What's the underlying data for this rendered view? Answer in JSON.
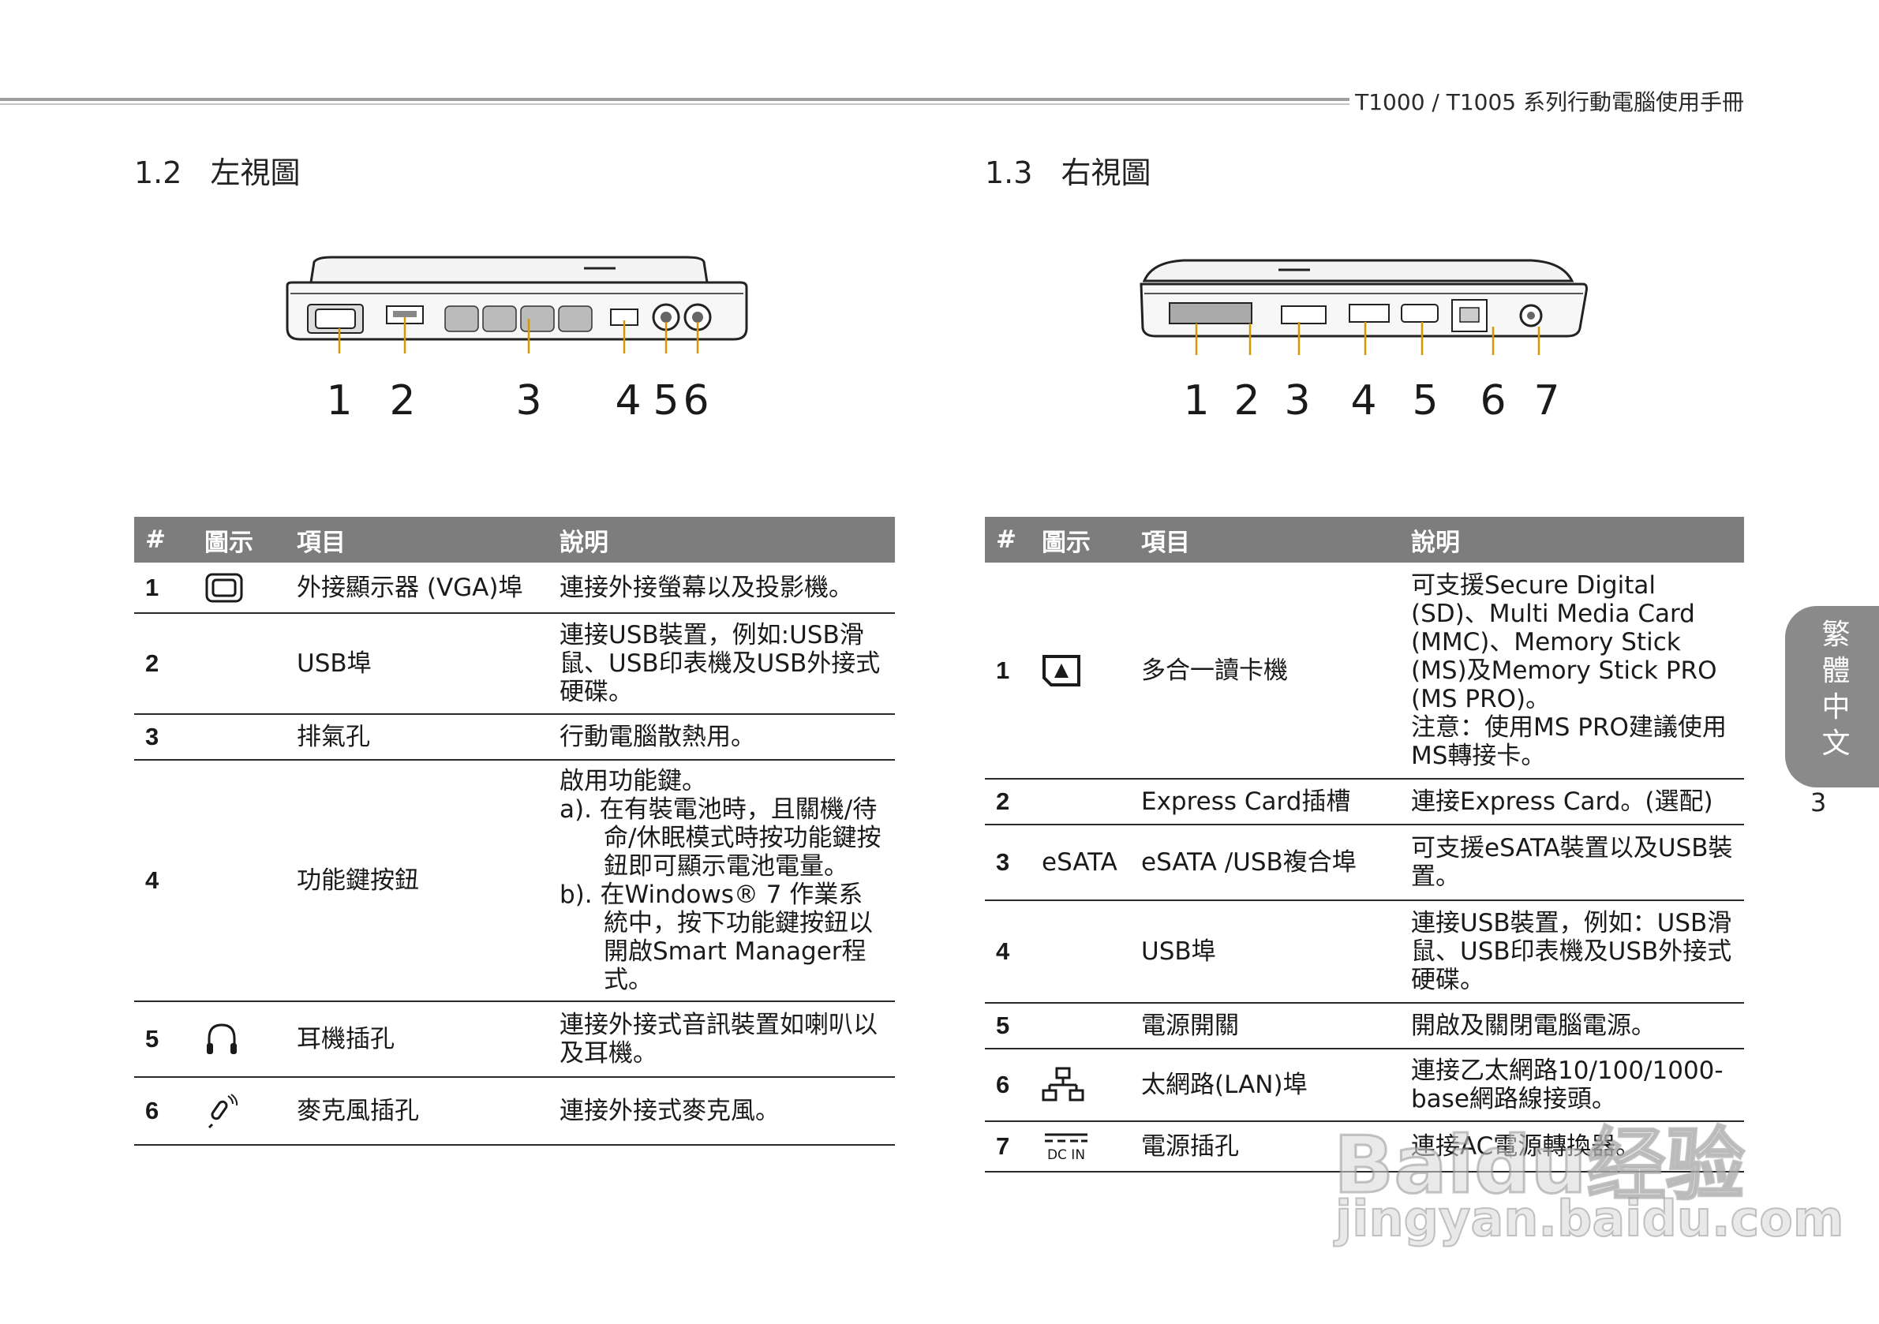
{
  "header": {
    "manual_title": "T1000 / T1005 系列行動電腦使用手冊"
  },
  "left_section": {
    "number": "1.2",
    "title": "左視圖",
    "callouts": [
      "1",
      "2",
      "3",
      "4",
      "5",
      "6"
    ],
    "table": {
      "headers": [
        "#",
        "圖示",
        "項目",
        "說明"
      ],
      "rows": [
        {
          "num": "1",
          "icon": "vga-monitor-icon",
          "item": "外接顯示器 (VGA)埠",
          "desc": [
            "連接外接螢幕以及投影機。"
          ]
        },
        {
          "num": "2",
          "icon": "",
          "item": "USB埠",
          "desc": [
            "連接USB裝置，例如:USB滑鼠、USB印表機及USB外接式硬碟。"
          ]
        },
        {
          "num": "3",
          "icon": "",
          "item": "排氣孔",
          "desc": [
            "行動電腦散熱用。"
          ]
        },
        {
          "num": "4",
          "icon": "",
          "item": "功能鍵按鈕",
          "desc": [
            "啟用功能鍵。",
            "a). 在有裝電池時，且關機/待命/休眠模式時按功能鍵按鈕即可顯示電池電量。",
            "b). 在Windows® 7 作業系統中，按下功能鍵按鈕以開啟Smart Manager程式。"
          ]
        },
        {
          "num": "5",
          "icon": "headphone-icon",
          "item": "耳機插孔",
          "desc": [
            "連接外接式音訊裝置如喇叭以及耳機。"
          ]
        },
        {
          "num": "6",
          "icon": "microphone-icon",
          "item": "麥克風插孔",
          "desc": [
            "連接外接式麥克風。"
          ]
        }
      ]
    }
  },
  "right_section": {
    "number": "1.3",
    "title": "右視圖",
    "callouts": [
      "1",
      "2",
      "3",
      "4",
      "5",
      "6",
      "7"
    ],
    "table": {
      "headers": [
        "#",
        "圖示",
        "項目",
        "說明"
      ],
      "rows": [
        {
          "num": "1",
          "icon": "card-reader-icon",
          "item": "多合一讀卡機",
          "desc": [
            "可支援Secure Digital (SD)、Multi Media Card (MMC)、Memory Stick (MS)及Memory Stick PRO (MS PRO)。",
            "注意：使用MS PRO建議使用MS轉接卡。"
          ]
        },
        {
          "num": "2",
          "icon": "",
          "item": "Express Card插槽",
          "desc": [
            "連接Express Card。(選配)"
          ]
        },
        {
          "num": "3",
          "icon": "eSATA",
          "item": "eSATA /USB複合埠",
          "desc": [
            "可支援eSATA裝置以及USB裝置。"
          ]
        },
        {
          "num": "4",
          "icon": "",
          "item": "USB埠",
          "desc": [
            "連接USB裝置，例如：USB滑鼠、USB印表機及USB外接式硬碟。"
          ]
        },
        {
          "num": "5",
          "icon": "",
          "item": "電源開關",
          "desc": [
            "開啟及關閉電腦電源。"
          ]
        },
        {
          "num": "6",
          "icon": "lan-network-icon",
          "item": "太網路(LAN)埠",
          "desc": [
            "連接乙太網路10/100/1000-base網路線接頭。"
          ]
        },
        {
          "num": "7",
          "icon": "dc-in-icon",
          "item": "電源插孔",
          "desc": [
            "連接AC電源轉換器。"
          ]
        }
      ]
    }
  },
  "side_tab": {
    "label": "繁體中文",
    "chars": [
      "繁",
      "體",
      "中",
      "文"
    ],
    "page_number": "3"
  },
  "watermark": {
    "brand": "Baidu经验",
    "url": "jingyan.baidu.com"
  }
}
